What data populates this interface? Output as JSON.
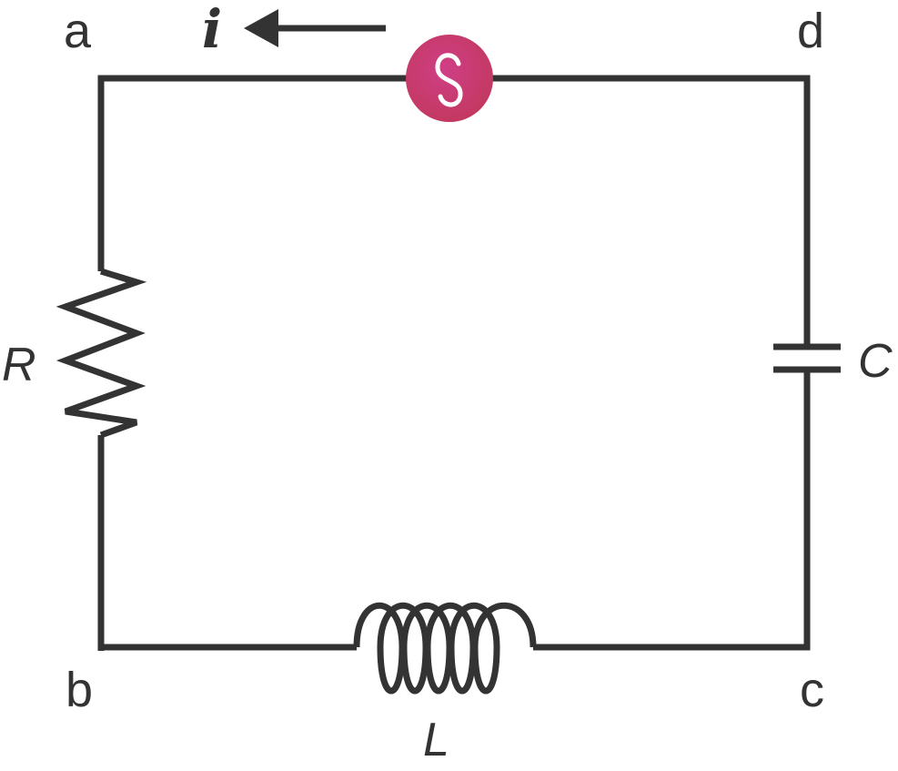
{
  "nodes": {
    "a": "a",
    "b": "b",
    "c": "c",
    "d": "d"
  },
  "components": {
    "resistor": "R",
    "inductor": "L",
    "capacitor": "C"
  },
  "current": {
    "label": "i",
    "direction": "left"
  },
  "source": {
    "icon": "ac-source-icon",
    "color": "#c43a6e"
  },
  "wire_color": "#333333"
}
